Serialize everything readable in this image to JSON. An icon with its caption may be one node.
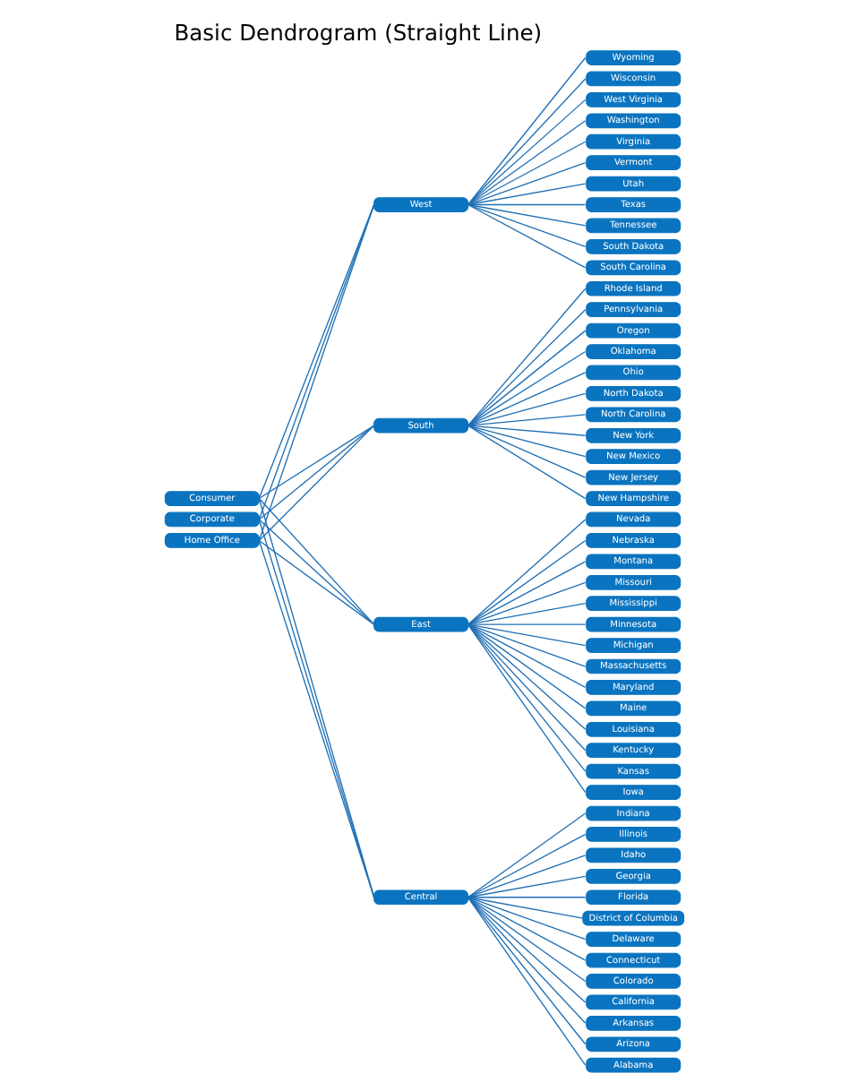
{
  "diagram": {
    "title": "Basic Dendrogram (Straight Line)",
    "nodes": [
      {
        "text": [
          "Consumer"
        ]
      },
      {
        "text": [
          "Corporate"
        ]
      },
      {
        "text": [
          "Home Office"
        ]
      },
      {
        "text": [
          "West"
        ]
      },
      {
        "text": [
          "South"
        ]
      },
      {
        "text": [
          "East"
        ]
      },
      {
        "text": [
          "Central"
        ]
      },
      {
        "text": [
          "Wyoming"
        ]
      },
      {
        "text": [
          "Wisconsin"
        ]
      },
      {
        "text": [
          "West Virginia"
        ]
      },
      {
        "text": [
          "Washington"
        ]
      },
      {
        "text": [
          "Virginia"
        ]
      },
      {
        "text": [
          "Vermont"
        ]
      },
      {
        "text": [
          "Utah"
        ]
      },
      {
        "text": [
          "Texas"
        ]
      },
      {
        "text": [
          "Tennessee"
        ]
      },
      {
        "text": [
          "South Dakota"
        ]
      },
      {
        "text": [
          "South Carolina"
        ]
      },
      {
        "text": [
          "Rhode Island"
        ]
      },
      {
        "text": [
          "Pennsylvania"
        ]
      },
      {
        "text": [
          "Oregon"
        ]
      },
      {
        "text": [
          "Oklahoma"
        ]
      },
      {
        "text": [
          "Ohio"
        ]
      },
      {
        "text": [
          "North Dakota"
        ]
      },
      {
        "text": [
          "North Carolina"
        ]
      },
      {
        "text": [
          "New York"
        ]
      },
      {
        "text": [
          "New Mexico"
        ]
      },
      {
        "text": [
          "New Jersey"
        ]
      },
      {
        "text": [
          "New Hampshire"
        ]
      },
      {
        "text": [
          "Nevada"
        ]
      },
      {
        "text": [
          "Nebraska"
        ]
      },
      {
        "text": [
          "Montana"
        ]
      },
      {
        "text": [
          "Missouri"
        ]
      },
      {
        "text": [
          "Mississippi"
        ]
      },
      {
        "text": [
          "Minnesota"
        ]
      },
      {
        "text": [
          "Michigan"
        ]
      },
      {
        "text": [
          "Massachusetts"
        ]
      },
      {
        "text": [
          "Maryland"
        ]
      },
      {
        "text": [
          "Maine"
        ]
      },
      {
        "text": [
          "Louisiana"
        ]
      },
      {
        "text": [
          "Kentucky"
        ]
      },
      {
        "text": [
          "Kansas"
        ]
      },
      {
        "text": [
          "Iowa"
        ]
      },
      {
        "text": [
          "Indiana"
        ]
      },
      {
        "text": [
          "Illinois"
        ]
      },
      {
        "text": [
          "Idaho"
        ]
      },
      {
        "text": [
          "Georgia"
        ]
      },
      {
        "text": [
          "Florida"
        ]
      },
      {
        "text": [
          "District of Columbia"
        ]
      },
      {
        "text": [
          "Delaware"
        ]
      },
      {
        "text": [
          "Connecticut"
        ]
      },
      {
        "text": [
          "Colorado"
        ]
      },
      {
        "text": [
          "California"
        ]
      },
      {
        "text": [
          "Arkansas"
        ]
      },
      {
        "text": [
          "Arizona"
        ]
      },
      {
        "text": [
          "Alabama"
        ]
      }
    ],
    "edges": [
      {
        "from": 0,
        "to": 3,
        "arrow": "none"
      },
      {
        "from": 0,
        "to": 4,
        "arrow": "none"
      },
      {
        "from": 0,
        "to": 5,
        "arrow": "none"
      },
      {
        "from": 0,
        "to": 6,
        "arrow": "none"
      },
      {
        "from": 1,
        "to": 3,
        "arrow": "none"
      },
      {
        "from": 1,
        "to": 4,
        "arrow": "none"
      },
      {
        "from": 1,
        "to": 5,
        "arrow": "none"
      },
      {
        "from": 1,
        "to": 6,
        "arrow": "none"
      },
      {
        "from": 2,
        "to": 3,
        "arrow": "none"
      },
      {
        "from": 2,
        "to": 4,
        "arrow": "none"
      },
      {
        "from": 2,
        "to": 5,
        "arrow": "none"
      },
      {
        "from": 2,
        "to": 6,
        "arrow": "none"
      },
      {
        "from": 3,
        "to": 7,
        "arrow": "none"
      },
      {
        "from": 3,
        "to": 8,
        "arrow": "none"
      },
      {
        "from": 3,
        "to": 9,
        "arrow": "none"
      },
      {
        "from": 3,
        "to": 10,
        "arrow": "none"
      },
      {
        "from": 3,
        "to": 11,
        "arrow": "none"
      },
      {
        "from": 3,
        "to": 12,
        "arrow": "none"
      },
      {
        "from": 3,
        "to": 13,
        "arrow": "none"
      },
      {
        "from": 3,
        "to": 14,
        "arrow": "none"
      },
      {
        "from": 3,
        "to": 15,
        "arrow": "none"
      },
      {
        "from": 3,
        "to": 16,
        "arrow": "none"
      },
      {
        "from": 3,
        "to": 17,
        "arrow": "none"
      },
      {
        "from": 4,
        "to": 18,
        "arrow": "none"
      },
      {
        "from": 4,
        "to": 19,
        "arrow": "none"
      },
      {
        "from": 4,
        "to": 20,
        "arrow": "none"
      },
      {
        "from": 4,
        "to": 21,
        "arrow": "none"
      },
      {
        "from": 4,
        "to": 22,
        "arrow": "none"
      },
      {
        "from": 4,
        "to": 23,
        "arrow": "none"
      },
      {
        "from": 4,
        "to": 24,
        "arrow": "none"
      },
      {
        "from": 4,
        "to": 25,
        "arrow": "none"
      },
      {
        "from": 4,
        "to": 26,
        "arrow": "none"
      },
      {
        "from": 4,
        "to": 27,
        "arrow": "none"
      },
      {
        "from": 4,
        "to": 28,
        "arrow": "none"
      },
      {
        "from": 5,
        "to": 29,
        "arrow": "none"
      },
      {
        "from": 5,
        "to": 30,
        "arrow": "none"
      },
      {
        "from": 5,
        "to": 31,
        "arrow": "none"
      },
      {
        "from": 5,
        "to": 32,
        "arrow": "none"
      },
      {
        "from": 5,
        "to": 33,
        "arrow": "none"
      },
      {
        "from": 5,
        "to": 34,
        "arrow": "none"
      },
      {
        "from": 5,
        "to": 35,
        "arrow": "none"
      },
      {
        "from": 5,
        "to": 36,
        "arrow": "none"
      },
      {
        "from": 5,
        "to": 37,
        "arrow": "none"
      },
      {
        "from": 5,
        "to": 38,
        "arrow": "none"
      },
      {
        "from": 5,
        "to": 39,
        "arrow": "none"
      },
      {
        "from": 5,
        "to": 40,
        "arrow": "none"
      },
      {
        "from": 5,
        "to": 41,
        "arrow": "none"
      },
      {
        "from": 5,
        "to": 42,
        "arrow": "none"
      },
      {
        "from": 6,
        "to": 43,
        "arrow": "none"
      },
      {
        "from": 6,
        "to": 44,
        "arrow": "none"
      },
      {
        "from": 6,
        "to": 45,
        "arrow": "none"
      },
      {
        "from": 6,
        "to": 46,
        "arrow": "none"
      },
      {
        "from": 6,
        "to": 47,
        "arrow": "none"
      },
      {
        "from": 6,
        "to": 48,
        "arrow": "none"
      },
      {
        "from": 6,
        "to": 49,
        "arrow": "none"
      },
      {
        "from": 6,
        "to": 50,
        "arrow": "none"
      },
      {
        "from": 6,
        "to": 51,
        "arrow": "none"
      },
      {
        "from": 6,
        "to": 52,
        "arrow": "none"
      },
      {
        "from": 6,
        "to": 53,
        "arrow": "none"
      },
      {
        "from": 6,
        "to": 54,
        "arrow": "none"
      },
      {
        "from": 6,
        "to": 55,
        "arrow": "none"
      }
    ]
  }
}
